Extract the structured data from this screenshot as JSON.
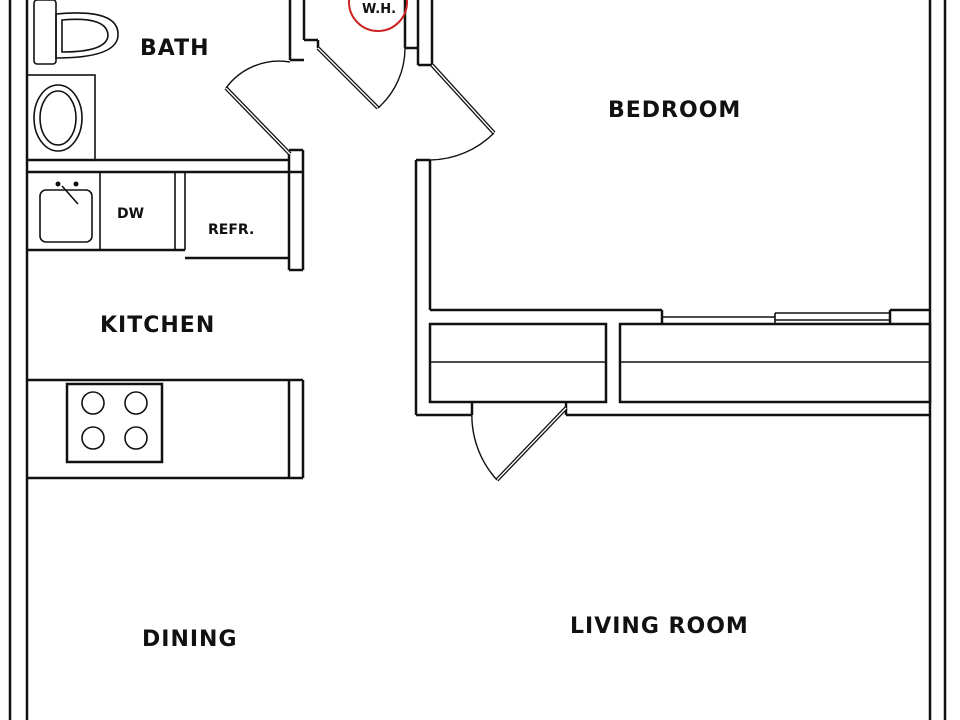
{
  "rooms": {
    "bath": "BATH",
    "bedroom": "BEDROOM",
    "kitchen": "KITCHEN",
    "dining": "DINING",
    "living_room": "LIVING ROOM"
  },
  "fixtures": {
    "water_heater": "W.H.",
    "dishwasher": "DW",
    "refrigerator": "REFR."
  },
  "colors": {
    "line": "#111111",
    "water_heater_ring": "#cc2222",
    "background": "#ffffff"
  }
}
